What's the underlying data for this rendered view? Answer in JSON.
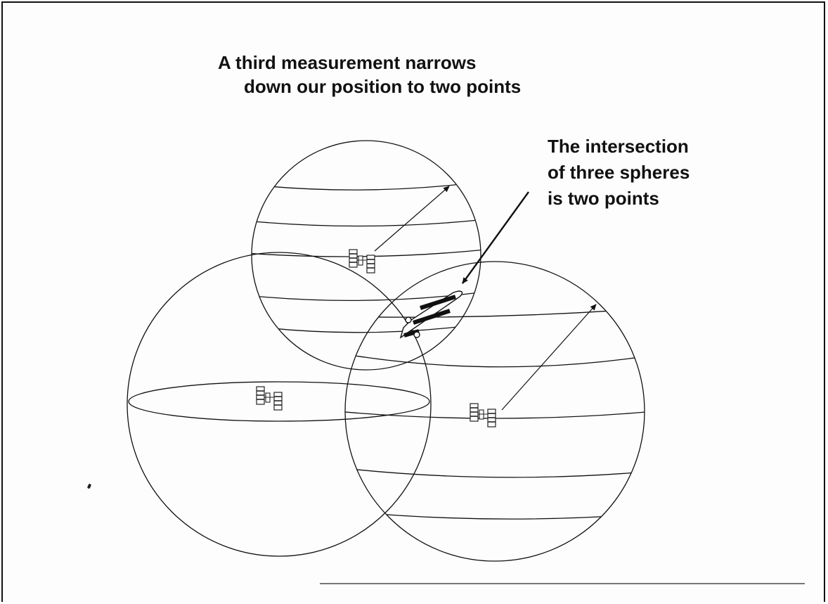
{
  "title": {
    "line1": "A third measurement narrows",
    "line2": "down our position to two points"
  },
  "callout": {
    "line1": "The intersection",
    "line2": "of three spheres",
    "line3": "is two points"
  },
  "spheres": [
    {
      "name": "top-sphere",
      "satellite": "satellite-icon"
    },
    {
      "name": "left-sphere",
      "satellite": "satellite-icon"
    },
    {
      "name": "right-sphere",
      "satellite": "satellite-icon"
    }
  ],
  "colors": {
    "ink": "#111111",
    "background": "#ffffff"
  }
}
